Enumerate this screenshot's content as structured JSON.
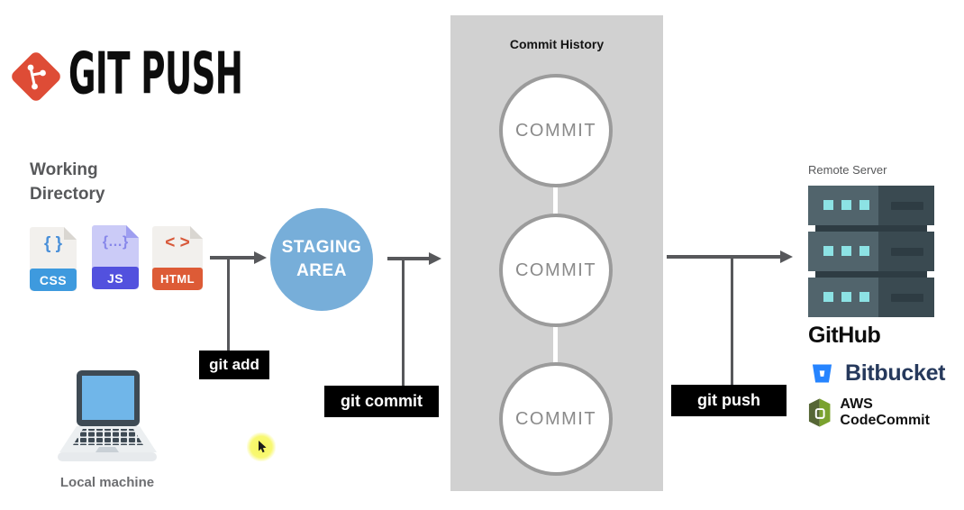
{
  "title": "GIT PUSH",
  "working_directory": {
    "label": "Working\nDirectory",
    "files": [
      {
        "name": "css-file",
        "glyph": "{ }",
        "label": "CSS"
      },
      {
        "name": "js-file",
        "glyph": "{…}",
        "label": "JS"
      },
      {
        "name": "html-file",
        "glyph": "< >",
        "label": "HTML"
      }
    ]
  },
  "local_machine_label": "Local machine",
  "staging_area_label": "STAGING\nAREA",
  "commands": {
    "add": "git add",
    "commit": "git commit",
    "push": "git push"
  },
  "commit_history": {
    "title": "Commit History",
    "commits": [
      "COMMIT",
      "COMMIT",
      "COMMIT"
    ]
  },
  "remote_server": {
    "label": "Remote Server",
    "providers": [
      {
        "name": "github",
        "label": "GitHub"
      },
      {
        "name": "bitbucket",
        "label": "Bitbucket"
      },
      {
        "name": "aws-codecommit",
        "label": "AWS CodeCommit"
      }
    ]
  },
  "colors": {
    "git_logo": "#de4c36",
    "staging_area": "#77aed9",
    "commit_panel": "#d1d1d1",
    "command_bg": "#000000",
    "arrow": "#57585b",
    "css_banner": "#3e9ade",
    "js_banner": "#5251de",
    "html_banner": "#dd5b36",
    "bitbucket_text": "#26395c",
    "server_light": "#51646c",
    "server_dark": "#3a4a51",
    "server_cyan": "#8ce2e4",
    "cursor_highlight": "#f6f65e"
  }
}
